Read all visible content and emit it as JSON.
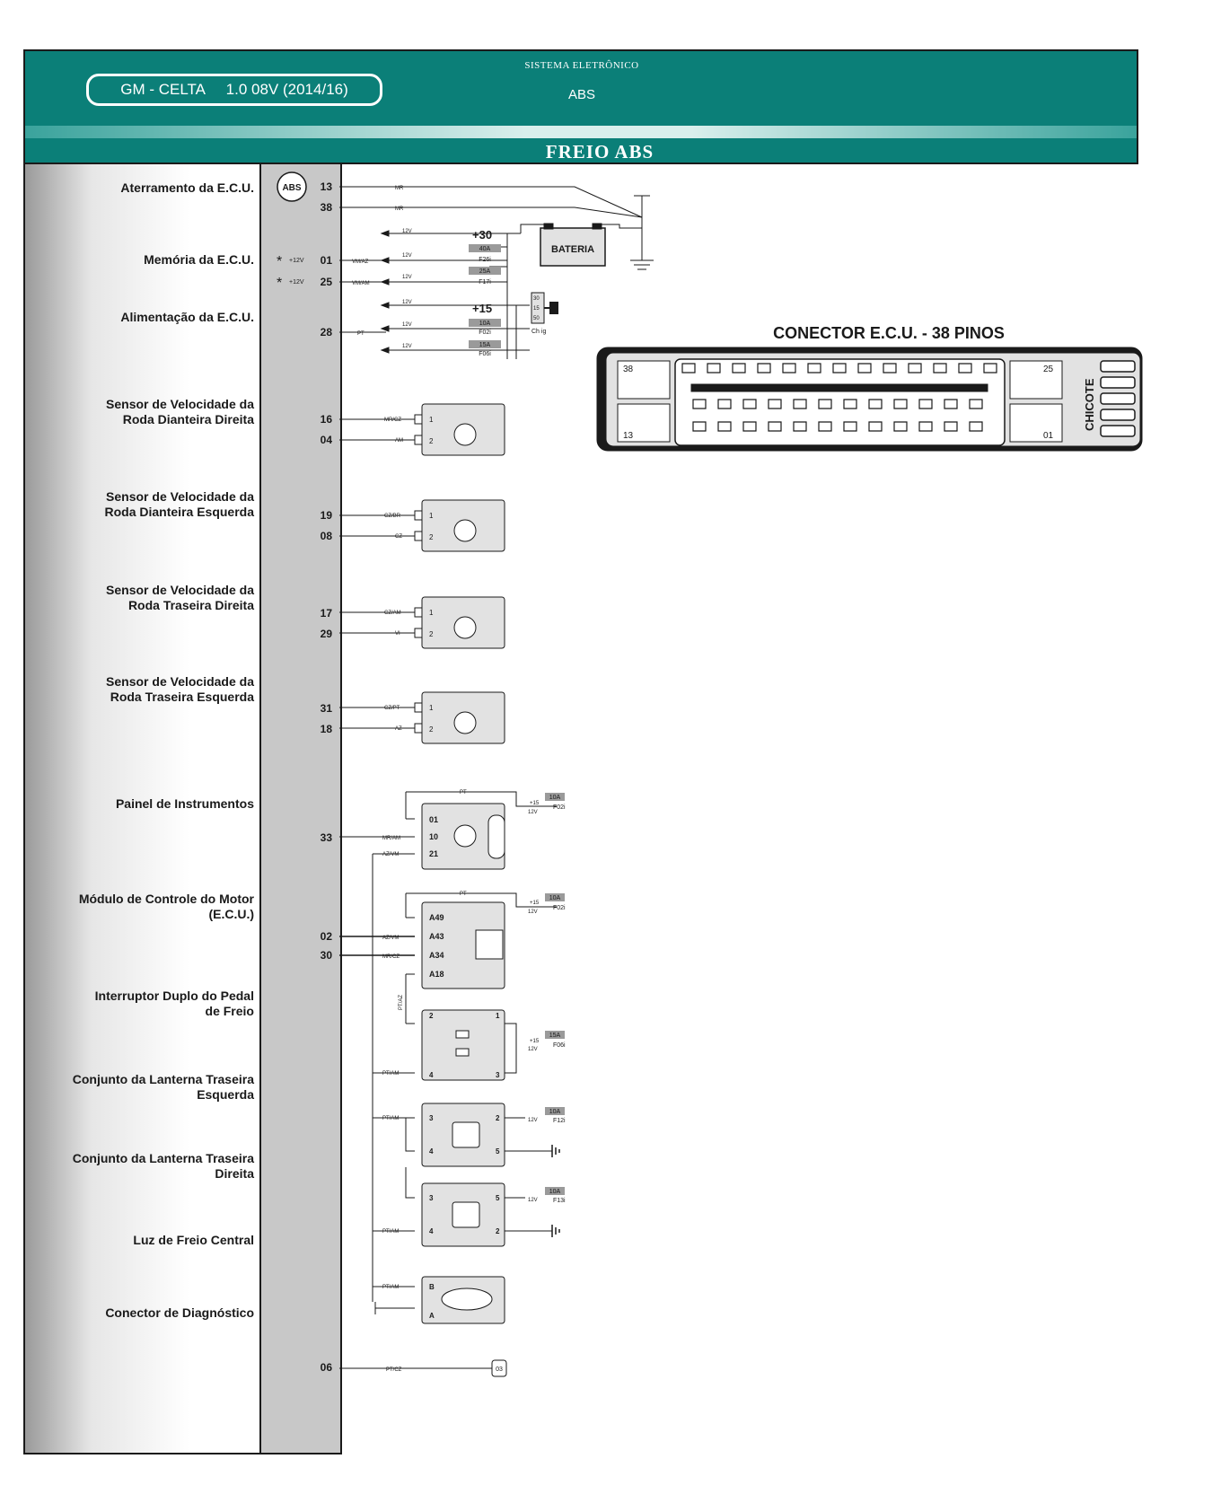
{
  "header": {
    "model": "GM - CELTA     1.0 08V (2014/16)",
    "system_label": "SISTEMA ELETRÔNICO",
    "system_name": "ABS",
    "band_title": "FREIO ABS"
  },
  "labels": [
    {
      "l1": "Aterramento da E.C.U.",
      "l2": ""
    },
    {
      "l1": "Memória da E.C.U.",
      "l2": ""
    },
    {
      "l1": "Alimentação da E.C.U.",
      "l2": ""
    },
    {
      "l1": "Sensor de Velocidade da",
      "l2": "Roda Dianteira Direita"
    },
    {
      "l1": "Sensor de Velocidade da",
      "l2": "Roda Dianteira Esquerda"
    },
    {
      "l1": "Sensor de Velocidade da",
      "l2": "Roda Traseira Direita"
    },
    {
      "l1": "Sensor de Velocidade da",
      "l2": "Roda Traseira Esquerda"
    },
    {
      "l1": "Painel de Instrumentos",
      "l2": ""
    },
    {
      "l1": "Módulo de Controle do Motor",
      "l2": "(E.C.U.)"
    },
    {
      "l1": "Interruptor Duplo do Pedal",
      "l2": "de Freio"
    },
    {
      "l1": "Conjunto da Lanterna Traseira",
      "l2": "Esquerda"
    },
    {
      "l1": "Conjunto da Lanterna Traseira",
      "l2": "Direita"
    },
    {
      "l1": "Luz de Freio Central",
      "l2": ""
    },
    {
      "l1": "Conector de Diagnóstico",
      "l2": ""
    }
  ],
  "ecu": {
    "badge": "ABS",
    "pins": [
      "13",
      "38",
      "01",
      "25",
      "28",
      "16",
      "04",
      "19",
      "08",
      "17",
      "29",
      "31",
      "18",
      "33",
      "02",
      "30",
      "06"
    ],
    "star_label": "+12V"
  },
  "wires": {
    "ground1": "MR",
    "ground2": "MR",
    "mem1": "VM/AZ",
    "mem2": "VM/AM",
    "feed": "PT",
    "s1a": "MR/CZ",
    "s1b": "AM",
    "s2a": "CZ/BR",
    "s2b": "CZ",
    "s3a": "CZ/AM",
    "s3b": "VI",
    "s4a": "CZ/PT",
    "s4b": "AZ",
    "panel": "MR/AM",
    "panel2": "AZ/VM",
    "pt": "PT",
    "ecm1": "AZ/VM",
    "ecm2": "MR/CZ",
    "ptaz": "PT/AZ",
    "ptam": "PT/AM",
    "diag": "PT/CZ"
  },
  "power": {
    "v12": "12V",
    "plus30": "+30",
    "plus15": "+15",
    "plus15s": "+15",
    "battery": "BATERIA",
    "fuses": [
      {
        "amp": "40A",
        "id": "F26i"
      },
      {
        "amp": "25A",
        "id": "F17i"
      },
      {
        "amp": "10A",
        "id": "F02i"
      },
      {
        "amp": "15A",
        "id": "F06i"
      },
      {
        "amp": "10A",
        "id": "F12i"
      },
      {
        "amp": "10A",
        "id": "F13i"
      }
    ],
    "switch_pins": [
      "30",
      "15",
      "50"
    ],
    "switch_label": "Ch ig"
  },
  "components": {
    "sensor_pins": [
      "1",
      "2"
    ],
    "panel_pins": [
      "01",
      "10",
      "21"
    ],
    "ecm_pins": [
      "A49",
      "A43",
      "A34",
      "A18"
    ],
    "switch_pins": [
      "2",
      "1",
      "4",
      "3"
    ],
    "lamp_left_pins": [
      "3",
      "2",
      "4",
      "5"
    ],
    "lamp_right_pins": [
      "3",
      "5",
      "4",
      "2"
    ],
    "center_pins": [
      "B",
      "A"
    ],
    "diag_pin": "03"
  },
  "connector": {
    "title": "CONECTOR E.C.U. - 38 PINOS",
    "side": "CHICOTE",
    "corner_pins": [
      "38",
      "25",
      "13",
      "01"
    ]
  }
}
